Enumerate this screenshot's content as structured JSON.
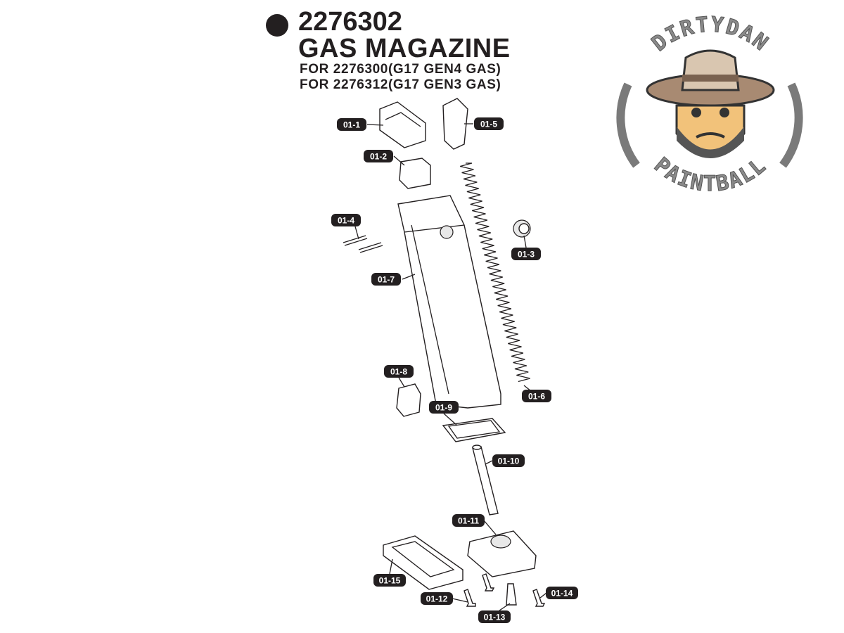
{
  "header": {
    "part_number": "2276302",
    "part_name": "GAS MAGAZINE",
    "compatibility": [
      "FOR  2276300(G17 GEN4 GAS)",
      "FOR  2276312(G17 GEN3 GAS)"
    ]
  },
  "logo": {
    "top_text": "DIRTYDAN",
    "bottom_text": "PAINTBALL",
    "ring_color": "#7a7a7a"
  },
  "parts": [
    {
      "id": "01-1"
    },
    {
      "id": "01-2"
    },
    {
      "id": "01-3"
    },
    {
      "id": "01-4"
    },
    {
      "id": "01-5"
    },
    {
      "id": "01-6"
    },
    {
      "id": "01-7"
    },
    {
      "id": "01-8"
    },
    {
      "id": "01-9"
    },
    {
      "id": "01-10"
    },
    {
      "id": "01-11"
    },
    {
      "id": "01-12"
    },
    {
      "id": "01-13"
    },
    {
      "id": "01-14"
    },
    {
      "id": "01-15"
    }
  ]
}
